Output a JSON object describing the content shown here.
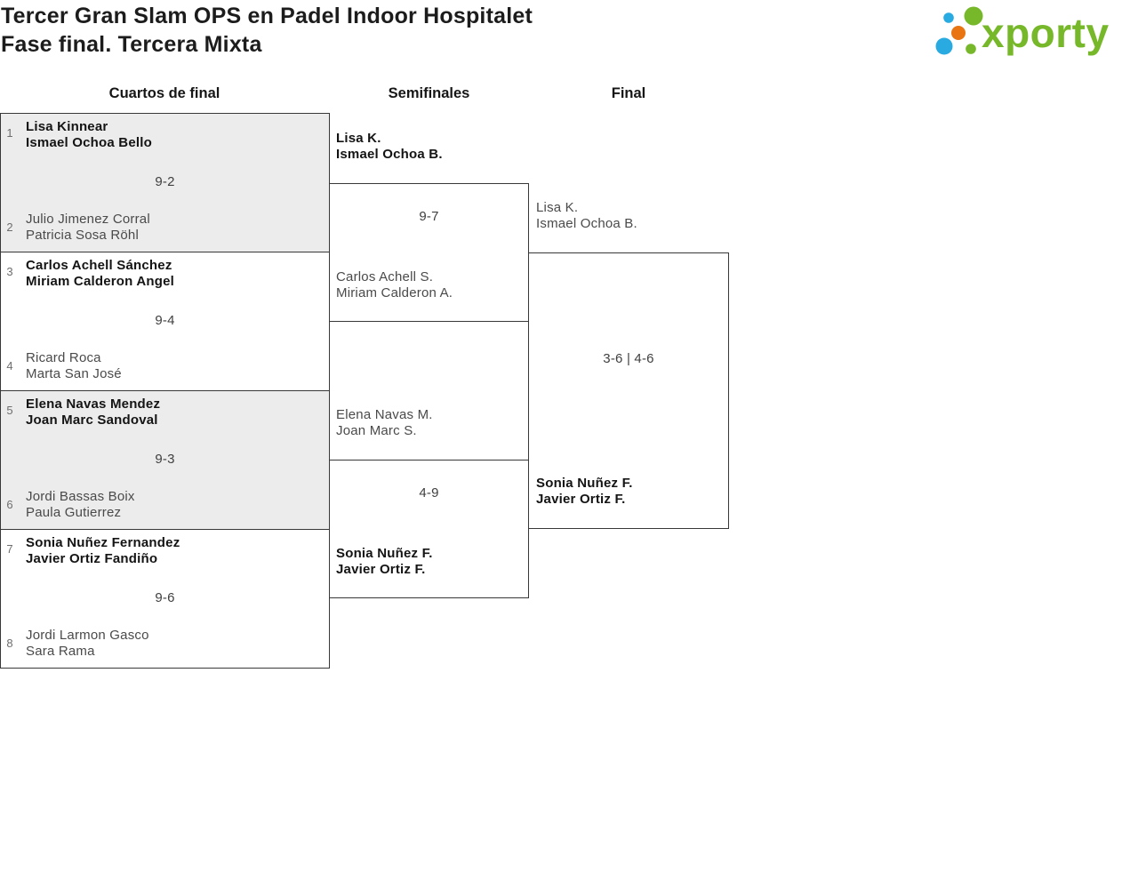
{
  "header": {
    "title_line1": "Tercer Gran Slam OPS en Padel Indoor Hospitalet",
    "title_line2": "Fase final. Tercera Mixta",
    "logo": {
      "text": "xporty"
    }
  },
  "colors": {
    "logo_green": "#76b82a",
    "logo_blue": "#29abe2",
    "logo_orange": "#e87511",
    "box_gray": "#ececec"
  },
  "round_headers": {
    "quarterfinals": "Cuartos de final",
    "semifinals": "Semifinales",
    "final": "Final"
  },
  "bracket": {
    "quarterfinals": [
      {
        "seed_top": "1",
        "team_top": [
          "Lisa Kinnear",
          "Ismael Ochoa Bello"
        ],
        "score": "9-2",
        "seed_bottom": "2",
        "team_bottom": [
          "Julio Jimenez Corral",
          "Patricia Sosa Röhl"
        ],
        "winner": "top"
      },
      {
        "seed_top": "3",
        "team_top": [
          "Carlos Achell Sánchez",
          "Miriam Calderon Angel"
        ],
        "score": "9-4",
        "seed_bottom": "4",
        "team_bottom": [
          "Ricard Roca",
          "Marta San José"
        ],
        "winner": "top"
      },
      {
        "seed_top": "5",
        "team_top": [
          "Elena Navas Mendez",
          "Joan Marc Sandoval"
        ],
        "score": "9-3",
        "seed_bottom": "6",
        "team_bottom": [
          "Jordi Bassas Boix",
          "Paula Gutierrez"
        ],
        "winner": "top"
      },
      {
        "seed_top": "7",
        "team_top": [
          "Sonia Nuñez Fernandez",
          "Javier Ortiz Fandiño"
        ],
        "score": "9-6",
        "seed_bottom": "8",
        "team_bottom": [
          "Jordi Larmon Gasco",
          "Sara Rama"
        ],
        "winner": "top"
      }
    ],
    "semifinals": [
      {
        "team_top": [
          "Lisa K.",
          "Ismael Ochoa B."
        ],
        "score": "9-7",
        "team_bottom": [
          "Carlos Achell S.",
          "Miriam Calderon A."
        ],
        "winner": "top"
      },
      {
        "team_top": [
          "Elena Navas M.",
          "Joan Marc S."
        ],
        "score": "4-9",
        "team_bottom": [
          "Sonia Nuñez F.",
          "Javier Ortiz F."
        ],
        "winner": "bottom"
      }
    ],
    "final": {
      "team_top": [
        "Lisa K.",
        "Ismael Ochoa B."
      ],
      "score": "3-6 | 4-6",
      "team_bottom": [
        "Sonia Nuñez F.",
        "Javier Ortiz F."
      ],
      "winner": "bottom"
    }
  }
}
